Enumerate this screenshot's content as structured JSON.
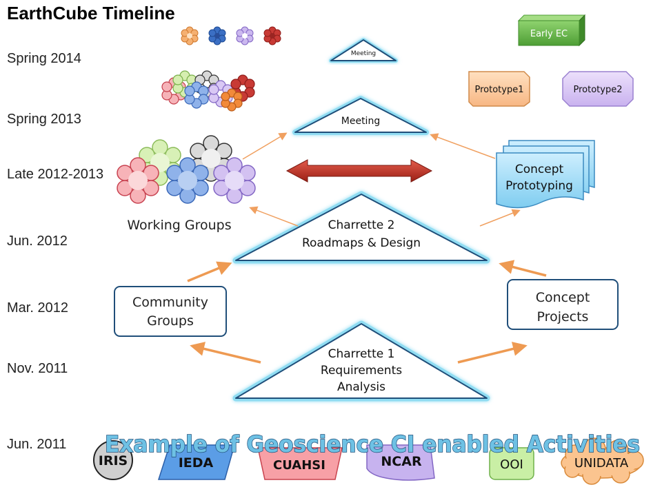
{
  "title": "EarthCube Timeline",
  "timeline": [
    "Spring 2014",
    "Spring 2013",
    "Late 2012-2013",
    "Jun. 2012",
    "Mar. 2012",
    "Nov. 2011",
    "Jun. 2011"
  ],
  "meeting_small": "Meeting",
  "meeting": "Meeting",
  "charrette2": {
    "line1": "Charrette 2",
    "line2": "Roadmaps & Design"
  },
  "charrette1": {
    "line1": "Charrette 1",
    "line2": "Requirements",
    "line3": "Analysis"
  },
  "working_groups": "Working Groups",
  "community_groups": {
    "line1": "Community",
    "line2": "Groups"
  },
  "concept_projects": {
    "line1": "Concept",
    "line2": "Projects"
  },
  "concept_prototyping": {
    "line1": "Concept",
    "line2": "Prototyping"
  },
  "early_ec": "Early EC",
  "prototype1": "Prototype1",
  "prototype2": "Prototype2",
  "banner": "Example of Geoscience CI enabled Activities",
  "orgs": [
    "IRIS",
    "IEDA",
    "CUAHSI",
    "NCAR",
    "OOI",
    "UNIDATA"
  ],
  "colors": {
    "accent_blue": "#1f4e79",
    "glow": "#8fdcf2",
    "arrow_orange": "#f0a060",
    "big_arrow_red": "#c0392b",
    "banner_fill": "#6ec1e4"
  }
}
